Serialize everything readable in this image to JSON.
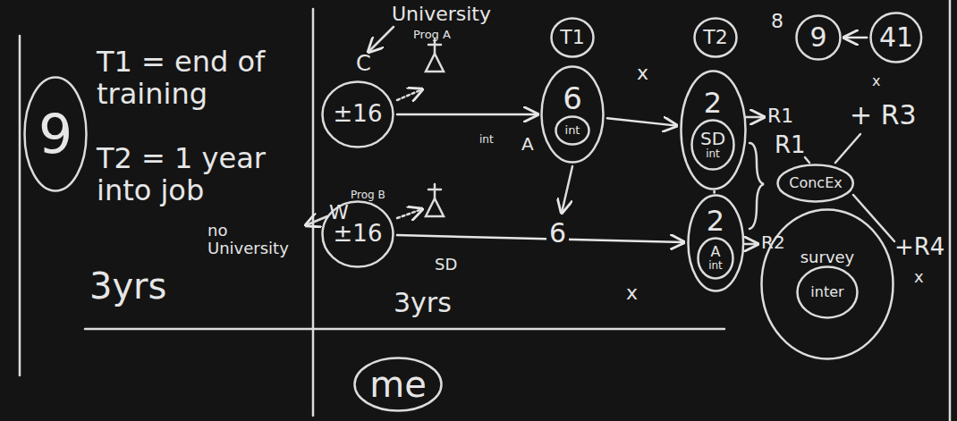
{
  "diagram": {
    "nodes": [
      {
        "text": [
          "9"
        ]
      },
      {
        "text": [
          "±16"
        ]
      },
      {
        "text": [
          "T1"
        ]
      },
      {
        "text": [
          "6"
        ]
      },
      {
        "text": [
          "int"
        ],
        "in": 3
      },
      {
        "text": [
          "T2"
        ]
      },
      {
        "text": [
          "2"
        ]
      },
      {
        "text": [
          "SD",
          "int"
        ],
        "in": 6
      },
      {
        "text": [
          "±16"
        ]
      },
      {
        "text": [
          "2"
        ]
      },
      {
        "text": [
          "A",
          "int"
        ],
        "in": 9
      },
      {
        "text": [
          "me"
        ]
      },
      {
        "text": [
          "9"
        ]
      },
      {
        "text": [
          "41"
        ]
      },
      {
        "text": [
          "ConcEx"
        ]
      },
      {
        "text": [
          "survey"
        ]
      },
      {
        "text": [
          "inter"
        ],
        "in": 15
      }
    ],
    "edges": [
      {
        "from": 1,
        "to": 3,
        "arrow": "to"
      },
      {
        "from": 3,
        "to": 6,
        "arrow": "to"
      },
      {
        "from": 8,
        "to": 9,
        "arrow": "to"
      },
      {
        "from": 6,
        "to": 9,
        "arrow": "none"
      },
      {
        "from": 13,
        "to": 12,
        "arrow": "to"
      }
    ],
    "labels": [
      "T1 = end of training",
      "T2 = 1 year into job",
      "3yrs",
      "University",
      "Prog A",
      "C",
      "A",
      "int",
      "x",
      "R1",
      "no University",
      "W",
      "Prog B",
      "6",
      "SD",
      "3yrs",
      "x",
      "R2",
      "8",
      "x",
      "+ R3",
      "R1",
      "+R4",
      "x"
    ]
  }
}
